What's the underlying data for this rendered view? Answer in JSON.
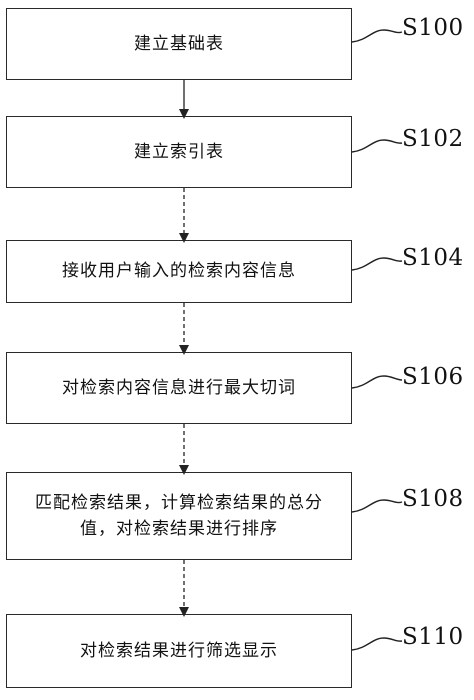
{
  "diagram": {
    "steps": [
      {
        "id": "S100",
        "text": "建立基础表"
      },
      {
        "id": "S102",
        "text": "建立索引表"
      },
      {
        "id": "S104",
        "text": "接收用户输入的检索内容信息"
      },
      {
        "id": "S106",
        "text": "对检索内容信息进行最大切词"
      },
      {
        "id": "S108",
        "text": "匹配检索结果，计算检索结果的总分值，对检索结果进行排序"
      },
      {
        "id": "S110",
        "text": "对检索结果进行筛选显示"
      }
    ]
  }
}
